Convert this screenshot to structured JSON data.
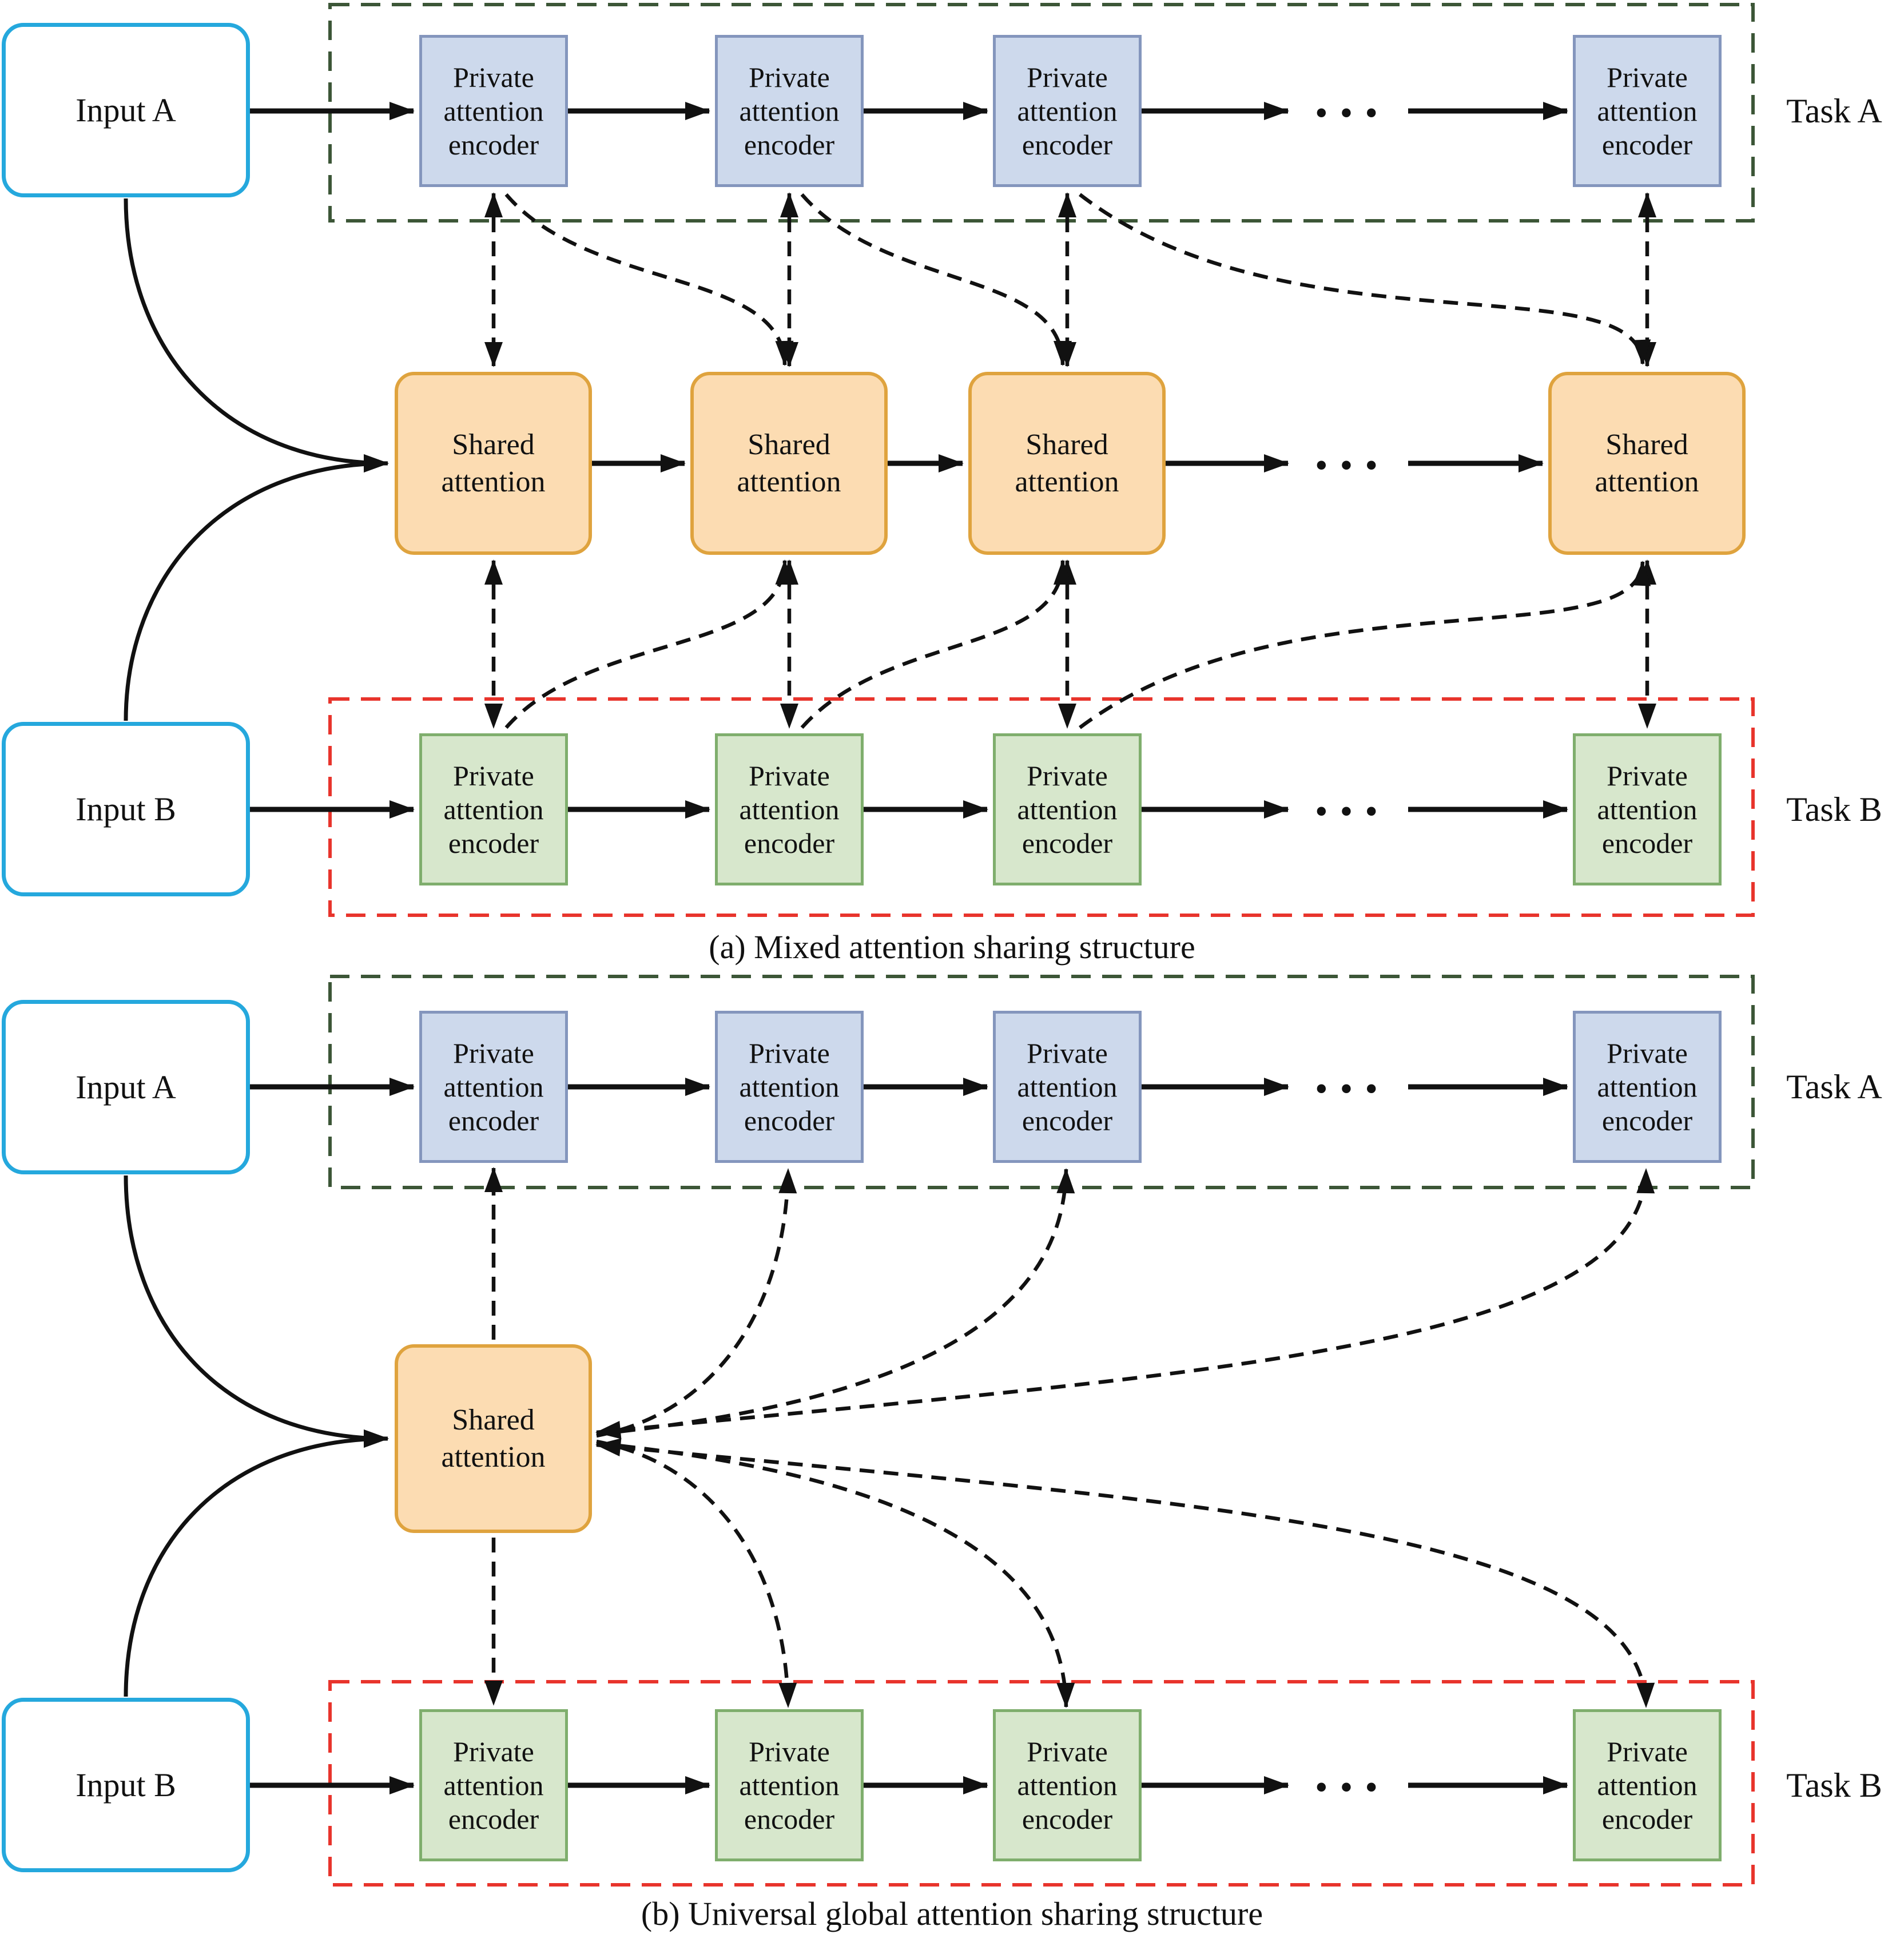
{
  "diagram": {
    "caption_a": "(a) Mixed attention sharing structure",
    "caption_b": "(b) Universal global attention sharing structure",
    "labels": {
      "input_a": "Input A",
      "input_b": "Input B",
      "private_encoder": "Private attention encoder",
      "shared_attention": "Shared attention",
      "task_a": "Task A",
      "task_b": "Task B",
      "ellipsis": "···"
    },
    "colors": {
      "encoder_a_fill": "#cdd9ec",
      "encoder_a_border": "#8496bd",
      "encoder_b_fill": "#d7e7cc",
      "encoder_b_border": "#7fae6d",
      "shared_fill": "#fcdcb2",
      "shared_border": "#dfa33e",
      "input_border": "#25a8dd",
      "task_a_box_border": "#3c5637",
      "task_b_box_border": "#e8342c",
      "arrow": "#111111"
    }
  }
}
